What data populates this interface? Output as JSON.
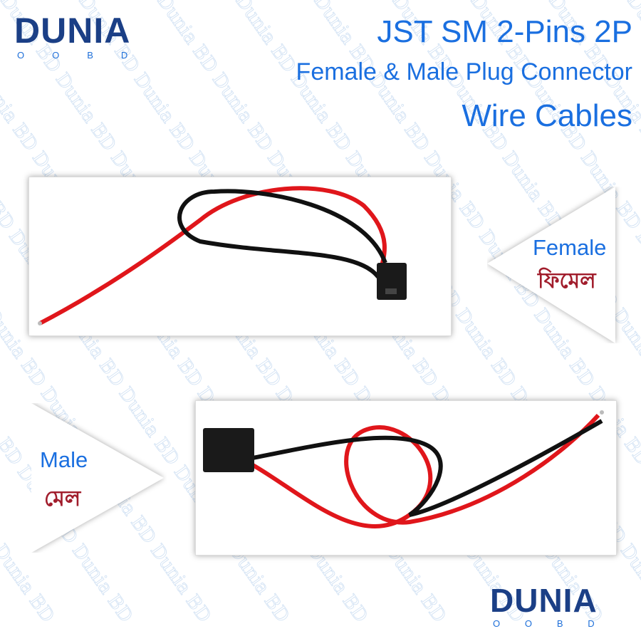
{
  "brand": {
    "name": "DUNIA",
    "sub": [
      "O",
      "O",
      "B",
      "D"
    ],
    "watermark": "Dunia BD"
  },
  "title": {
    "line1": "JST SM 2-Pins 2P",
    "line2": "Female & Male Plug Connector",
    "line3": "Wire Cables"
  },
  "female": {
    "label_en": "Female",
    "label_bn": "ফিমেল"
  },
  "male": {
    "label_en": "Male",
    "label_bn": "মেল"
  },
  "colors": {
    "accent": "#1a6fe0",
    "logo": "#1b3f86",
    "bengali": "#a11d2c",
    "wire_red": "#e0161b",
    "wire_black": "#111111"
  }
}
